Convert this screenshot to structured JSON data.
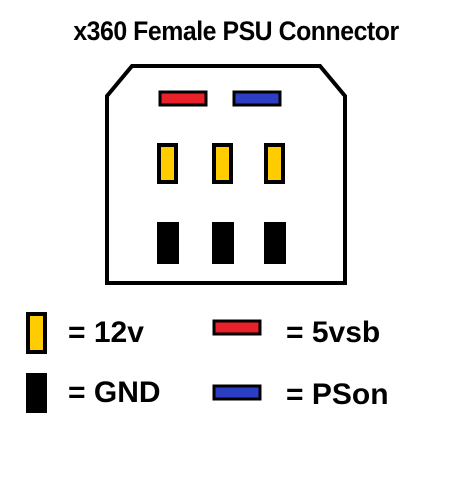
{
  "diagram": {
    "title": "x360 Female PSU Connector",
    "colors": {
      "v12": "#ffcc00",
      "vsb5": "#e8212a",
      "pson": "#2c3fc4",
      "gnd": "#000000",
      "outline": "#000000"
    },
    "pins": {
      "top_row": [
        "5vsb",
        "PSon"
      ],
      "middle_row": [
        "12v",
        "12v",
        "12v"
      ],
      "bottom_row": [
        "GND",
        "GND",
        "GND"
      ]
    },
    "legend": [
      {
        "key": "12v",
        "label": "= 12v"
      },
      {
        "key": "5vsb",
        "label": "= 5vsb"
      },
      {
        "key": "GND",
        "label": "= GND"
      },
      {
        "key": "PSon",
        "label": "= PSon"
      }
    ]
  }
}
